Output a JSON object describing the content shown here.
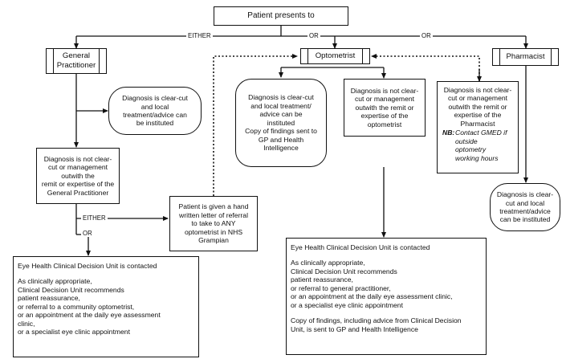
{
  "start": {
    "label": "Patient presents to"
  },
  "branch_labels": {
    "either_top": "EITHER",
    "or_top_1": "OR",
    "or_top_2": "OR",
    "either_gp": "EITHER",
    "or_gp": "OR"
  },
  "providers": {
    "gp": [
      "General",
      "Practitioner"
    ],
    "optometrist": "Optometrist",
    "pharmacist": "Pharmacist"
  },
  "gp_clear": [
    "Diagnosis is clear-cut",
    "and local",
    "treatment/advice can",
    "be instituted"
  ],
  "gp_unclear": [
    "Diagnosis is not clear-",
    "cut or management",
    "outwith the",
    "remit or expertise of the",
    "General Practitioner"
  ],
  "referral_letter": [
    "Patient is given a hand",
    "written letter of referral",
    "to take to ANY",
    "optometrist in NHS",
    "Grampian"
  ],
  "opt_clear": [
    "Diagnosis is clear-cut",
    "and local treatment/",
    "advice can be",
    "instituted",
    "Copy of findings sent to",
    "GP and Health",
    "Intelligence"
  ],
  "opt_unclear": [
    "Diagnosis is not clear-",
    "cut or management",
    "outwith the remit or",
    "expertise of the",
    "optometrist"
  ],
  "pharm_unclear": {
    "lines": [
      "Diagnosis is not clear-",
      "cut or management",
      "outwith the remit or",
      "expertise of the",
      "Pharmacist"
    ],
    "nb_label": "NB:",
    "nb_lines": [
      "Contact GMED if",
      "outside",
      "optometry",
      "working hours"
    ]
  },
  "pharm_clear": [
    "Diagnosis is clear-",
    "cut and local",
    "treatment/advice",
    "can be instituted"
  ],
  "cdu_left": {
    "title": "Eye Health Clinical Decision Unit is contacted",
    "lines": [
      "As clinically appropriate,",
      "Clinical Decision Unit recommends",
      "patient reassurance,",
      "or referral to a community optometrist,",
      "or an appointment at the daily eye assessment",
      "clinic,",
      "or a specialist eye clinic appointment"
    ]
  },
  "cdu_right": {
    "title": "Eye Health Clinical Decision Unit is contacted",
    "lines": [
      "As clinically appropriate,",
      "Clinical Decision Unit recommends",
      "patient reassurance,",
      "or referral to general practitioner,",
      "or an appointment at the daily eye assessment clinic,",
      "or a specialist eye clinic appointment"
    ],
    "footer": [
      "Copy of findings, including advice from Clinical Decision",
      "Unit, is sent to GP and Health Intelligence"
    ]
  }
}
